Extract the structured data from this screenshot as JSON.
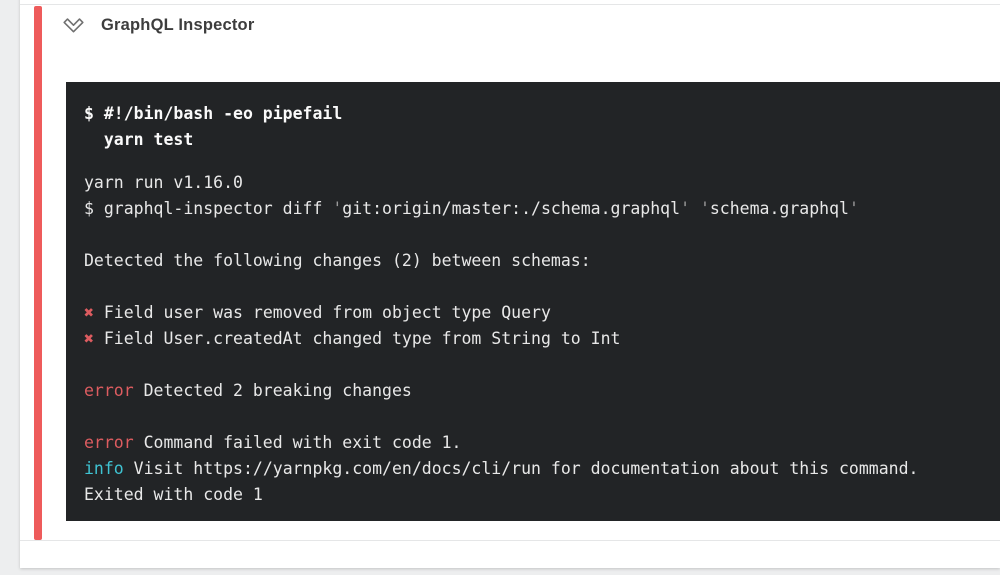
{
  "colors": {
    "page_bg": "#edeeef",
    "accent_red": "#ee5b5b",
    "terminal_bg": "#222426",
    "error_red": "#dd5c60",
    "info_teal": "#3fc3d2"
  },
  "section": {
    "title": "GraphQL Inspector",
    "chevron_icon": "chevron-down-icon",
    "status": "failed"
  },
  "terminal": {
    "lines": [
      {
        "t": "cmd",
        "seg": [
          {
            "s": "cmd",
            "text": "$ #!/bin/bash -eo pipefail"
          }
        ]
      },
      {
        "t": "cmd",
        "seg": [
          {
            "s": "cmd",
            "text": "  yarn test"
          }
        ]
      },
      {
        "t": "blank-sm",
        "seg": []
      },
      {
        "t": "out",
        "seg": [
          {
            "s": "plain",
            "text": "yarn run v1.16.0"
          }
        ]
      },
      {
        "t": "out",
        "seg": [
          {
            "s": "plain",
            "text": "$ graphql-inspector diff "
          },
          {
            "s": "dim",
            "text": "'"
          },
          {
            "s": "plain",
            "text": "git:origin/master:./schema.graphql"
          },
          {
            "s": "dim",
            "text": "'"
          },
          {
            "s": "plain",
            "text": " "
          },
          {
            "s": "dim",
            "text": "'"
          },
          {
            "s": "plain",
            "text": "schema.graphql"
          },
          {
            "s": "dim",
            "text": "'"
          }
        ]
      },
      {
        "t": "blank",
        "seg": []
      },
      {
        "t": "out",
        "seg": [
          {
            "s": "plain",
            "text": "Detected the following changes (2) between schemas:"
          }
        ]
      },
      {
        "t": "blank",
        "seg": []
      },
      {
        "t": "out",
        "seg": [
          {
            "s": "xmark",
            "text": "✖"
          },
          {
            "s": "plain",
            "text": " Field user was removed from object type Query"
          }
        ]
      },
      {
        "t": "out",
        "seg": [
          {
            "s": "xmark",
            "text": "✖"
          },
          {
            "s": "plain",
            "text": " Field User.createdAt changed type from String to Int"
          }
        ]
      },
      {
        "t": "blank",
        "seg": []
      },
      {
        "t": "out",
        "seg": [
          {
            "s": "error",
            "text": "error"
          },
          {
            "s": "plain",
            "text": " Detected 2 breaking changes"
          }
        ]
      },
      {
        "t": "blank",
        "seg": []
      },
      {
        "t": "out",
        "seg": [
          {
            "s": "error",
            "text": "error"
          },
          {
            "s": "plain",
            "text": " Command failed with exit code 1."
          }
        ]
      },
      {
        "t": "out",
        "seg": [
          {
            "s": "info",
            "text": "info"
          },
          {
            "s": "plain",
            "text": " Visit https://yarnpkg.com/en/docs/cli/run for documentation about this command."
          }
        ]
      },
      {
        "t": "out",
        "seg": [
          {
            "s": "plain",
            "text": "Exited with code 1"
          }
        ]
      }
    ]
  }
}
